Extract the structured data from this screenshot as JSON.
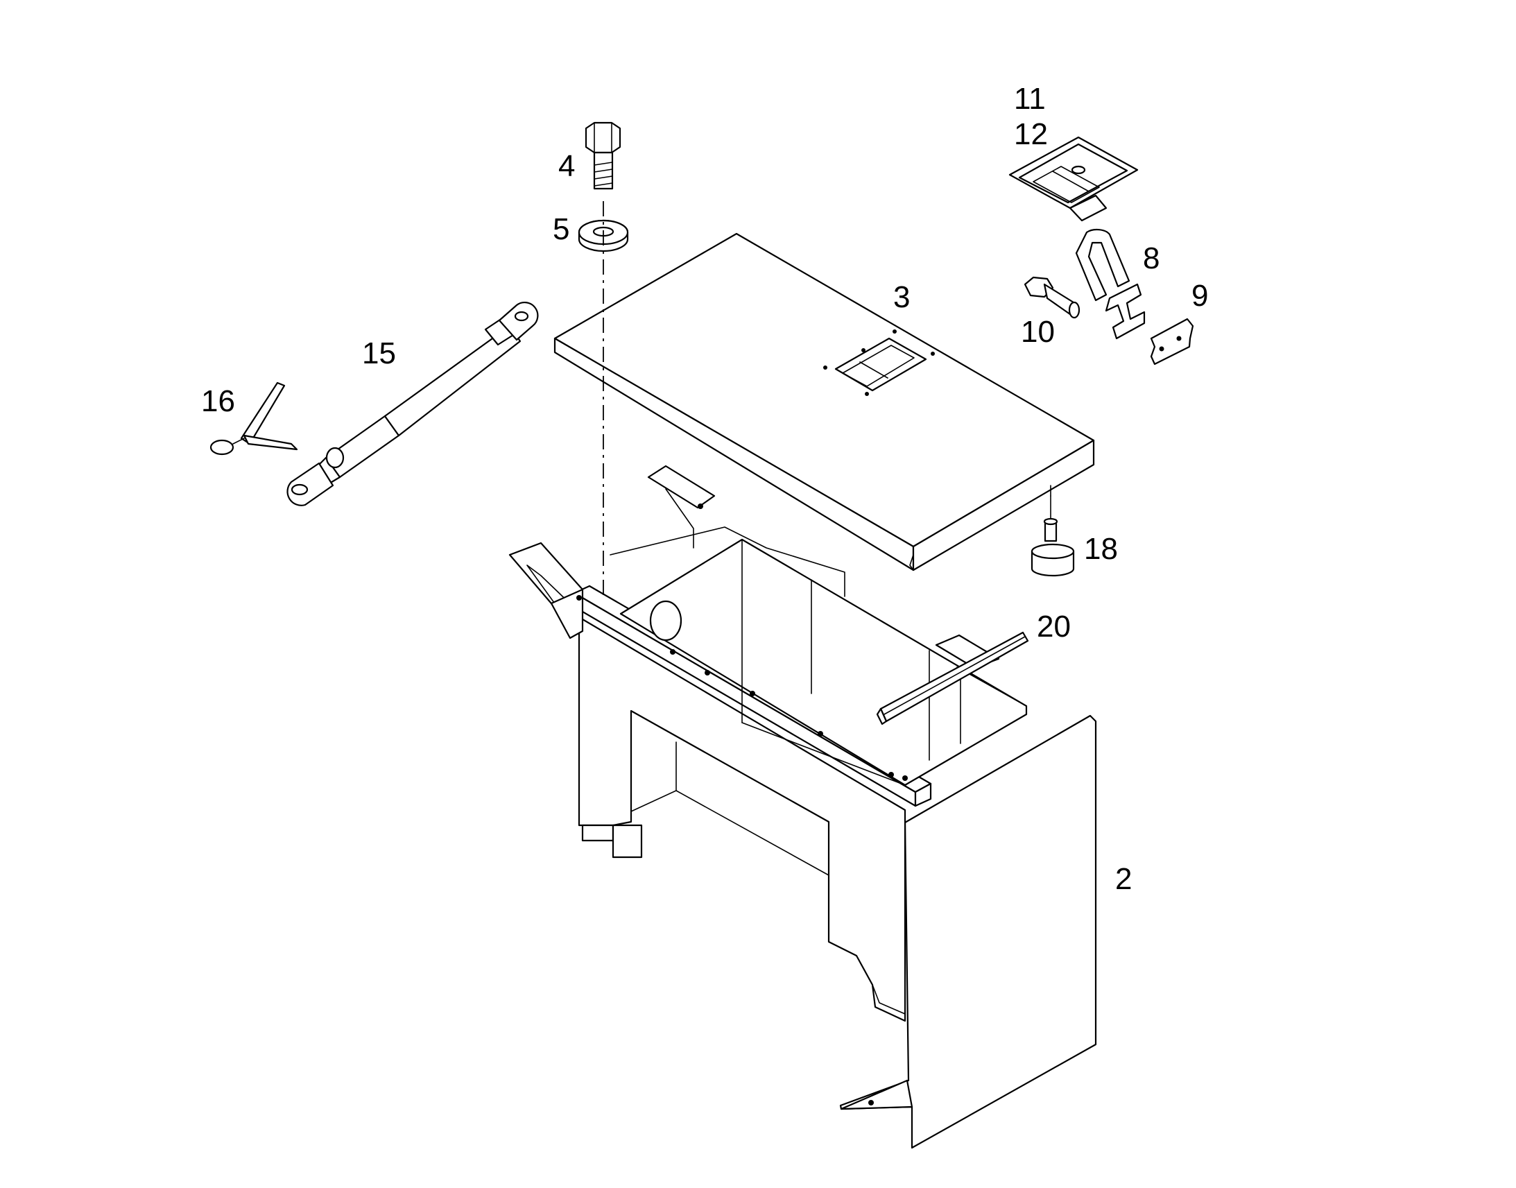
{
  "callouts": {
    "part_2": "2",
    "part_3": "3",
    "part_4": "4",
    "part_5": "5",
    "part_8": "8",
    "part_9": "9",
    "part_10": "10",
    "part_11": "11",
    "part_12": "12",
    "part_15": "15",
    "part_16": "16",
    "part_18": "18",
    "part_20": "20"
  }
}
